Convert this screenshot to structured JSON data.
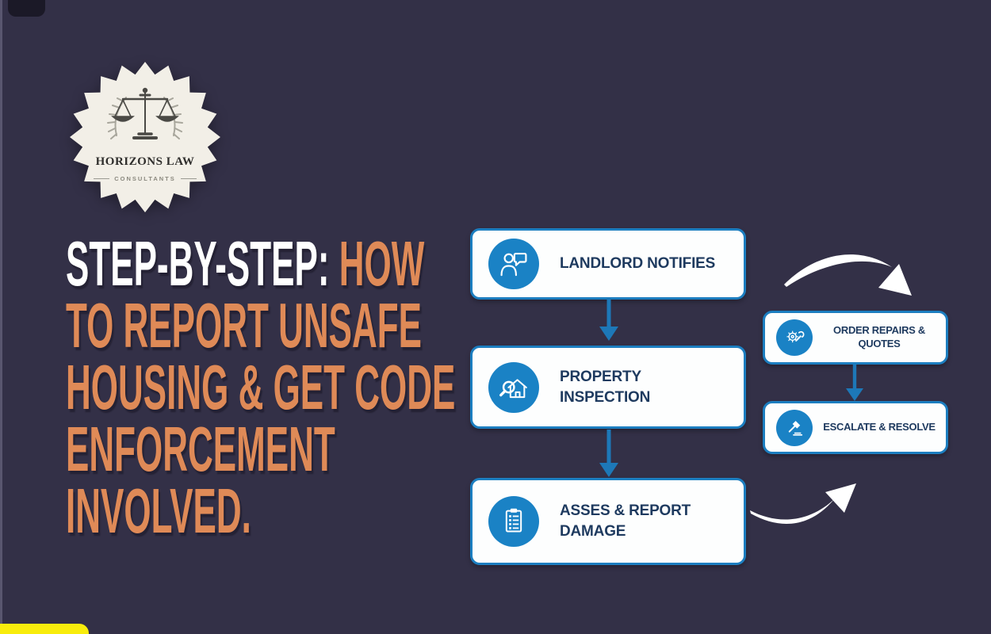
{
  "page": {
    "background_color": "#333047",
    "accent_yellow": "#F8EC0C"
  },
  "logo": {
    "title": "HORIZONS LAW",
    "subtitle": "CONSULTANTS",
    "badge_color": "#F2EFE7",
    "icon": "scales-of-justice"
  },
  "heading": {
    "line1_white": "STEP-BY-STEP:",
    "line1_orange": "HOW",
    "line2": "TO REPORT UNSAFE",
    "line3": "HOUSING & GET CODE",
    "line4": "ENFORCEMENT",
    "line5": "INVOLVED.",
    "white_color": "#FFFFFF",
    "orange_color": "#DF8A57"
  },
  "flowchart": {
    "box_background": "#FDFEFE",
    "box_border_color": "#1C7EC0",
    "icon_circle_color": "#1A82C5",
    "label_color": "#1E3A5F",
    "connector_color": "#1D78B8",
    "curved_arrow_color": "#FFFFFF",
    "steps": [
      {
        "label": "LANDLORD NOTIFIES",
        "icon": "person-chat"
      },
      {
        "label": "PROPERTY INSPECTION",
        "icon": "house-magnifier"
      },
      {
        "label": "ASSES & REPORT DAMAGE",
        "icon": "clipboard-checklist"
      },
      {
        "label": "ORDER REPAIRS & QUOTES",
        "icon": "gear-wrench"
      },
      {
        "label": "ESCALATE & RESOLVE",
        "icon": "gavel"
      }
    ]
  }
}
